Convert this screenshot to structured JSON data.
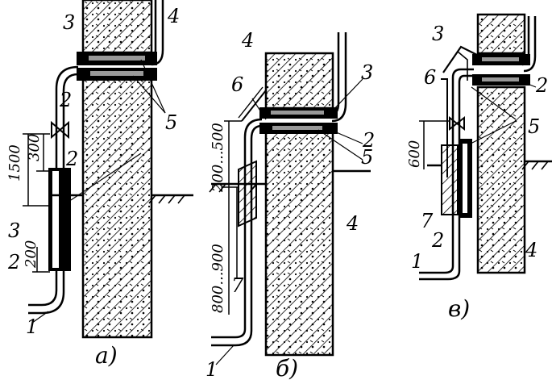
{
  "labels": {
    "a_num_3": "3",
    "a_num_4": "4",
    "a_num_2_top": "2",
    "a_num_5": "5",
    "a_dim_1500": "1500",
    "a_dim_300": "300",
    "a_num_2_mid": "2",
    "a_num_3_low": "3",
    "a_num_2_low": "2",
    "a_dim_200": "200",
    "a_num_1": "1",
    "a_caption": "а)",
    "b_num_4": "4",
    "b_num_6": "6",
    "b_num_3": "3",
    "b_dim_200_500": "200...500",
    "b_num_2": "2",
    "b_num_5": "5",
    "b_num_4_low": "4",
    "b_dim_800_900": "800...900",
    "b_num_7": "7",
    "b_num_1": "1",
    "b_caption": "б)",
    "c_num_3": "3",
    "c_num_6": "6",
    "c_num_2": "2",
    "c_num_5": "5",
    "c_dim_600": "600",
    "c_num_7": "7",
    "c_num_2_low": "2",
    "c_num_4": "4",
    "c_num_1": "1",
    "c_caption": "в)"
  },
  "colors": {
    "ink": "#000000",
    "paper": "#ffffff"
  }
}
